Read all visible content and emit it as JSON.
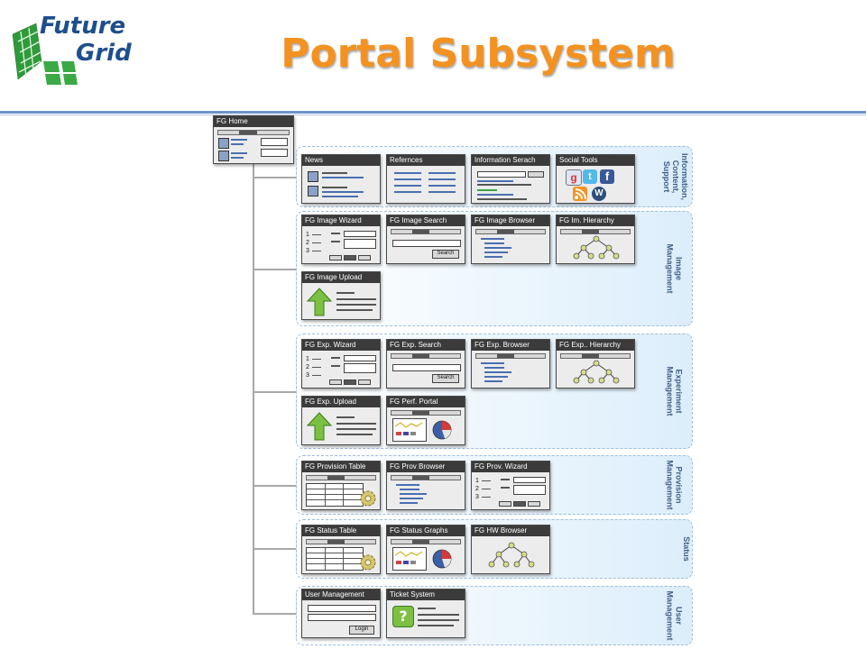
{
  "logo": {
    "line1": "Future",
    "line2": "Grid"
  },
  "title": "Portal Subsystem",
  "root": {
    "label": "FG Home"
  },
  "sections": [
    {
      "label": "Information,\nContent,\nSupport",
      "cards": [
        "News",
        "Refernces",
        "Information Serach",
        "Social Tools"
      ]
    },
    {
      "label": "Image\nManagement",
      "cards": [
        "FG Image Wizard",
        "FG Image Search",
        "FG Image Browser",
        "FG Im. Hierarchy",
        "FG Image Upload"
      ]
    },
    {
      "label": "Experiment\nManagement",
      "cards": [
        "FG Exp. Wizard",
        "FG Exp. Search",
        "FG Exp. Browser",
        "FG Exp.. Hierarchy",
        "FG Exp. Upload",
        "FG Perf. Portal"
      ]
    },
    {
      "label": "Provision\nManagement",
      "cards": [
        "FG Provision Table",
        "FG Prov Browser",
        "FG Prov. Wizard"
      ]
    },
    {
      "label": "Status",
      "cards": [
        "FG Status Table",
        "FG Status Graphs",
        "FG HW Browser"
      ]
    },
    {
      "label": "User\nManagement",
      "cards": [
        "User Management",
        "Ticket System"
      ]
    }
  ],
  "widgets": {
    "search_button": "Search",
    "login_button": "Login",
    "wizard_steps": [
      "1",
      "2",
      "3"
    ]
  },
  "icon_names": [
    "future-grid-logo",
    "google-icon",
    "twitter-icon",
    "facebook-icon",
    "rss-icon",
    "wordpress-icon",
    "upload-arrow-icon",
    "gear-icon",
    "pie-chart-icon",
    "tree-hierarchy-icon",
    "help-question-icon"
  ],
  "colors": {
    "title": "#f39221",
    "section_border": "#9cbedc",
    "card_header": "#3b3b3b",
    "rule": "#6f93c9"
  }
}
